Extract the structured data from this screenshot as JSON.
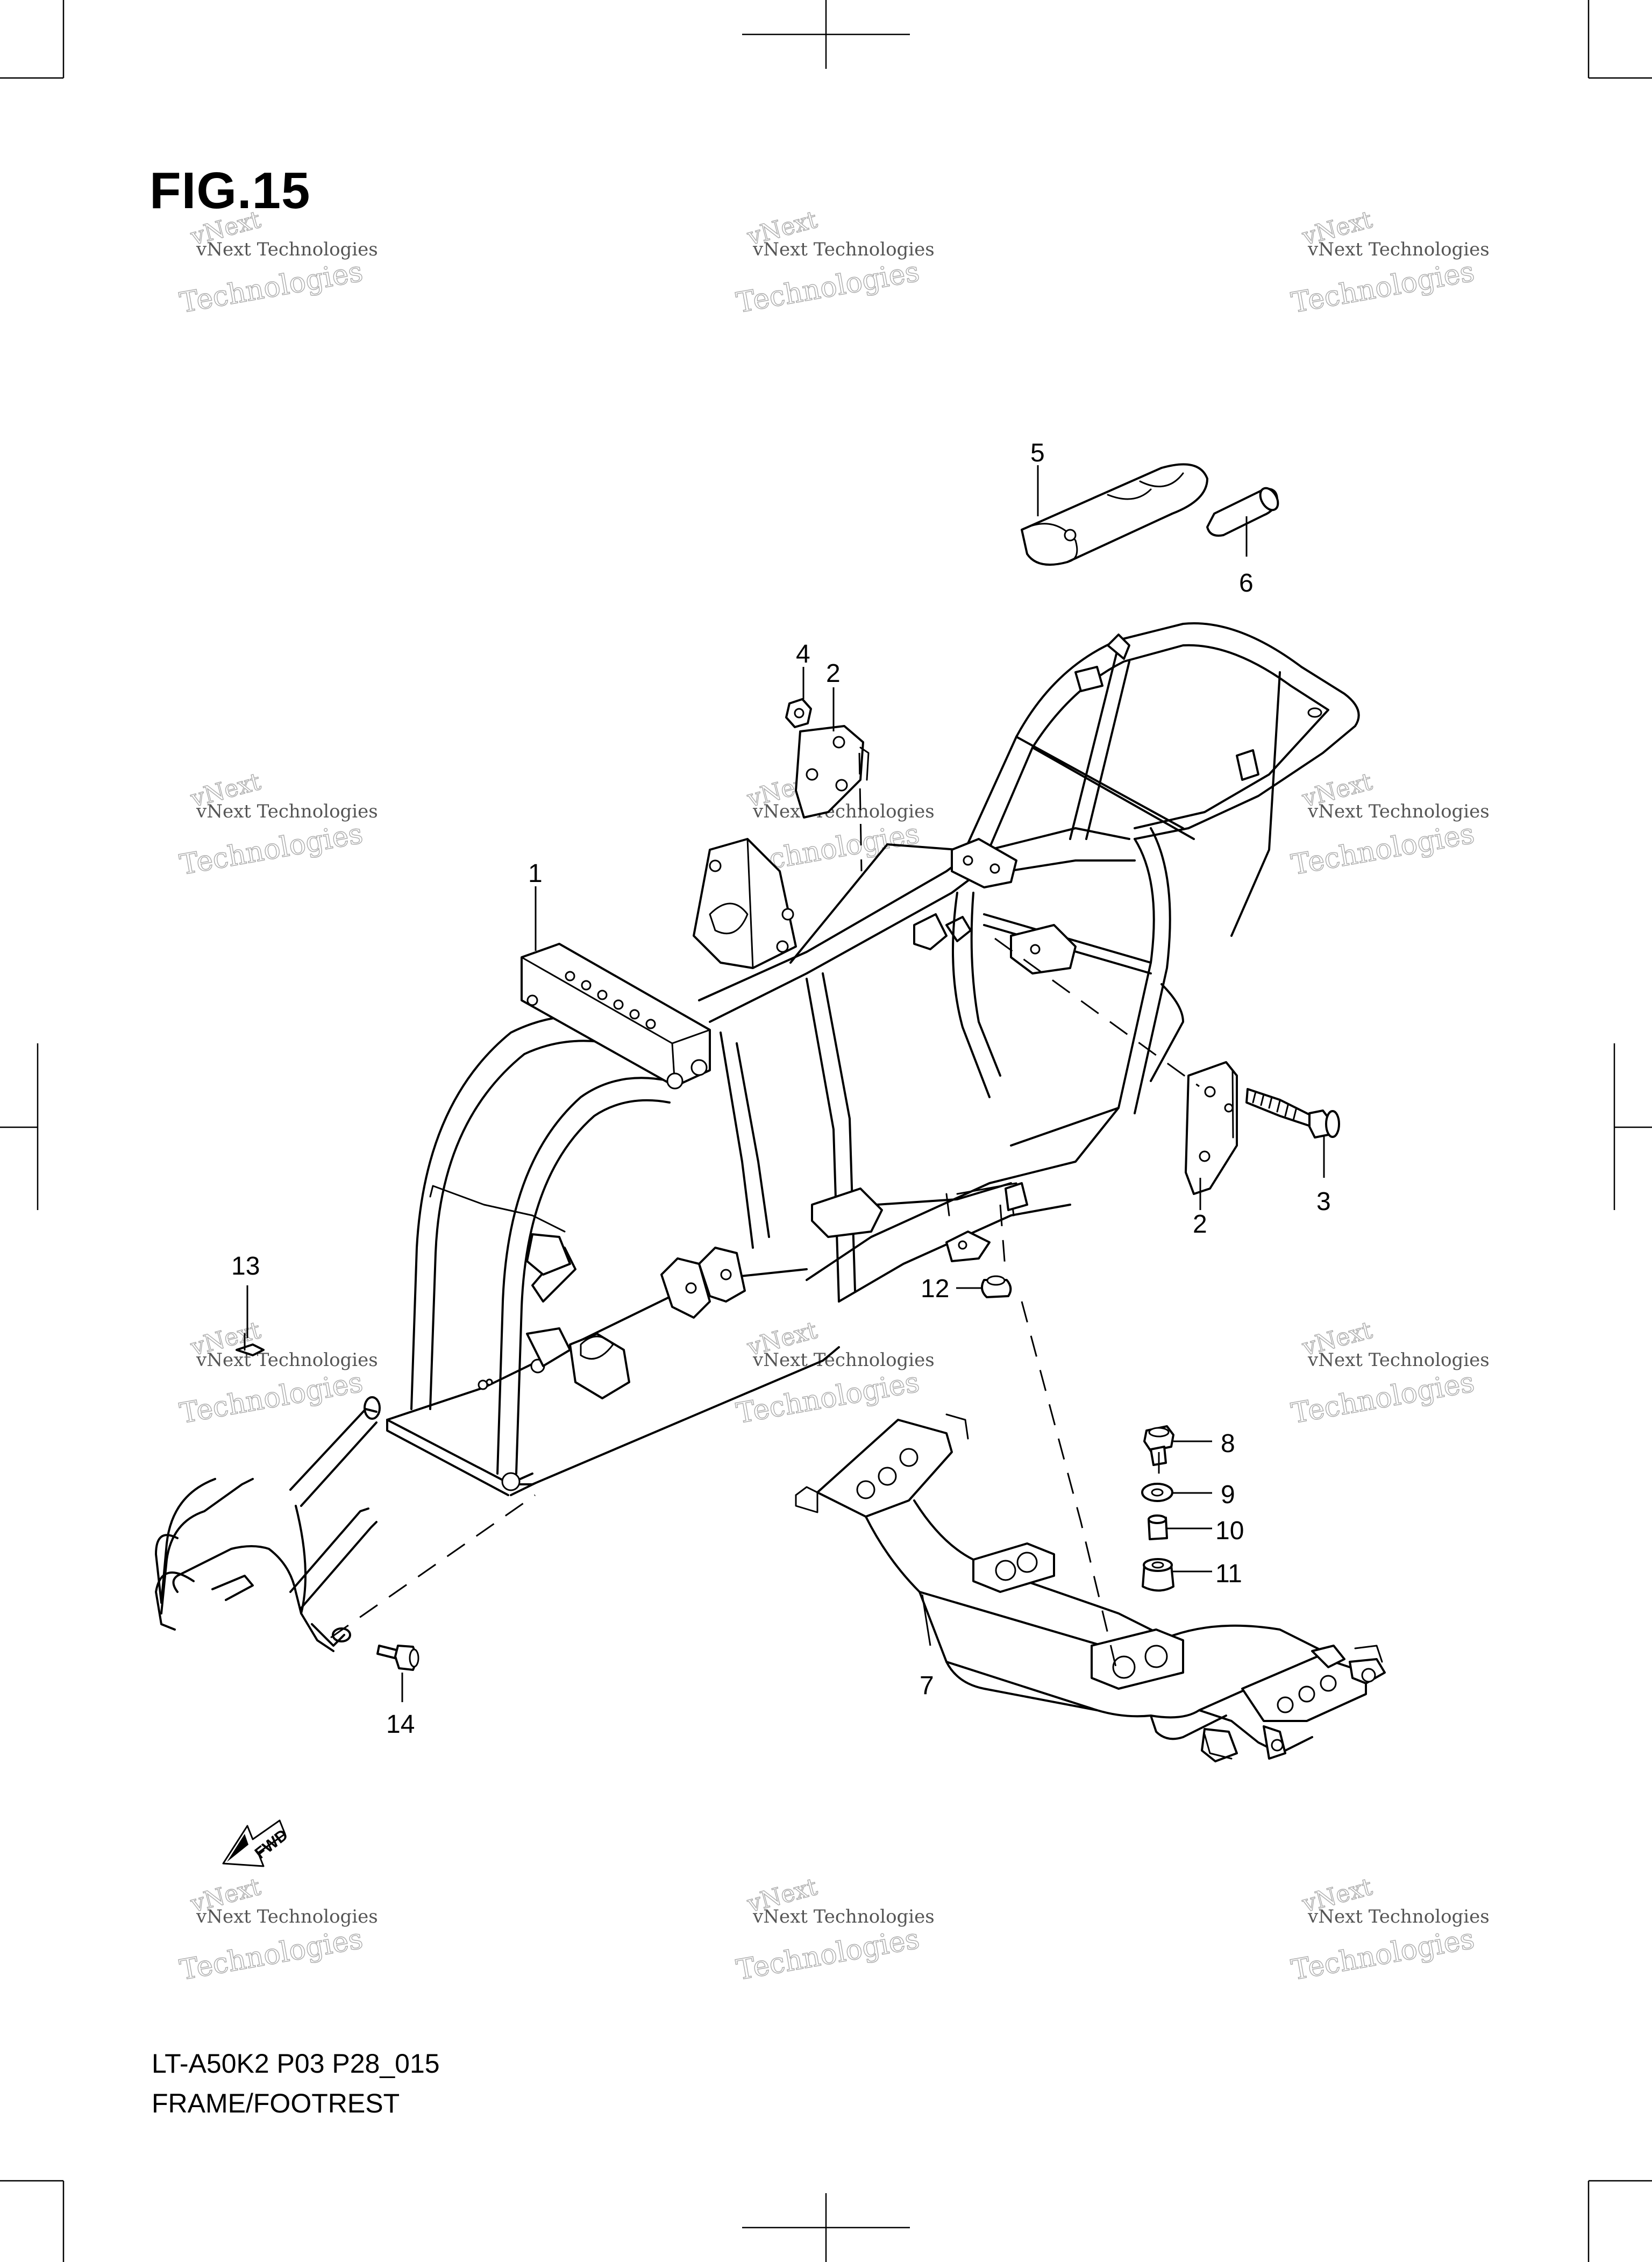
{
  "figure": {
    "title": "FIG.15"
  },
  "footer": {
    "model_code": "LT-A50K2 P03 P28_015",
    "section_name": "FRAME/FOOTREST"
  },
  "watermark": {
    "line1": "vNext Technologies",
    "line2": "Technologies",
    "line3": "vNext"
  },
  "fwd_label": "FWD",
  "callouts": [
    {
      "id": "1",
      "label": "1"
    },
    {
      "id": "2a",
      "label": "2"
    },
    {
      "id": "2b",
      "label": "2"
    },
    {
      "id": "3",
      "label": "3"
    },
    {
      "id": "4",
      "label": "4"
    },
    {
      "id": "5",
      "label": "5"
    },
    {
      "id": "6",
      "label": "6"
    },
    {
      "id": "7",
      "label": "7"
    },
    {
      "id": "8",
      "label": "8"
    },
    {
      "id": "9",
      "label": "9"
    },
    {
      "id": "10",
      "label": "10"
    },
    {
      "id": "11",
      "label": "11"
    },
    {
      "id": "12",
      "label": "12"
    },
    {
      "id": "13",
      "label": "13"
    },
    {
      "id": "14",
      "label": "14"
    }
  ]
}
